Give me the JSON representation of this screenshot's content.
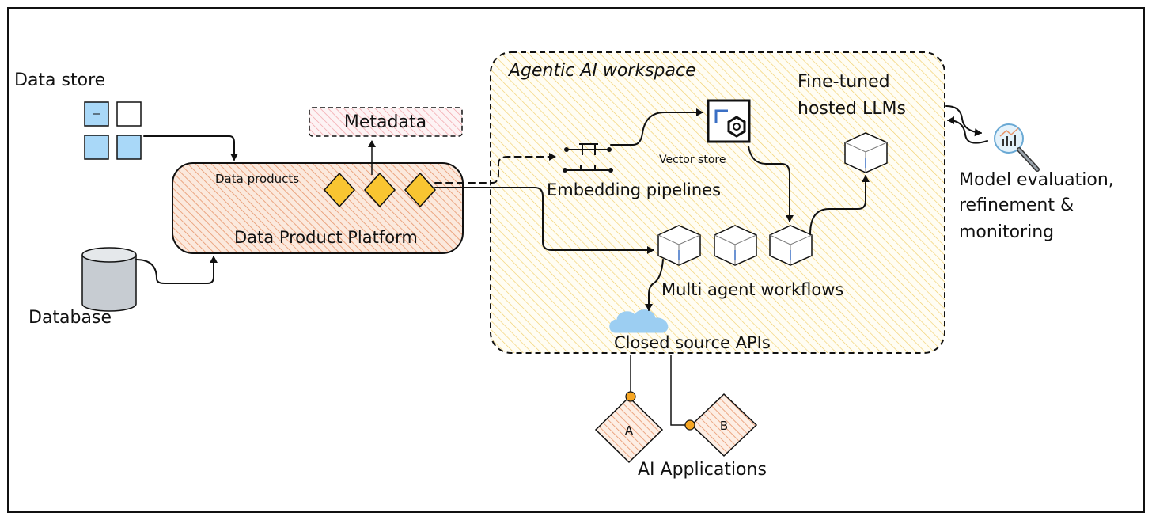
{
  "colors": {
    "accent_orange": "#e8956b",
    "accent_yellow": "#f5d76e",
    "diamond_fill": "#f9c531",
    "store_blue": "#a9d8f8",
    "cylinder_grey": "#c7ccd2",
    "cloud_blue": "#9ccef2",
    "metadata_pink": "#f1a0a6",
    "dot_orange": "#f6a623"
  },
  "nodes": {
    "data_store": {
      "label": "Data store",
      "icon": "grid-icon"
    },
    "database": {
      "label": "Database",
      "icon": "cylinder-icon"
    },
    "metadata": {
      "label": "Metadata"
    },
    "data_product_platform": {
      "label": "Data Product Platform",
      "sublabel": "Data products"
    },
    "workspace": {
      "label": "Agentic AI workspace"
    },
    "vector_store": {
      "label": "Vector store",
      "icon": "vector-db-icon"
    },
    "embedding_pipelines": {
      "label": "Embedding pipelines",
      "icon": "pipeline-icon"
    },
    "fine_tuned": {
      "label_line1": "Fine-tuned",
      "label_line2": "hosted LLMs",
      "icon": "cube-icon"
    },
    "multi_agent": {
      "label": "Multi agent workflows",
      "icon": "cube-icon"
    },
    "closed_source": {
      "label": "Closed source APIs",
      "icon": "cloud-icon"
    },
    "model_eval": {
      "line1": "Model evaluation,",
      "line2": "refinement &",
      "line3": "monitoring",
      "icon": "analytics-magnifier-icon"
    },
    "ai_apps": {
      "label": "AI Applications",
      "app_a": "A",
      "app_b": "B"
    }
  }
}
